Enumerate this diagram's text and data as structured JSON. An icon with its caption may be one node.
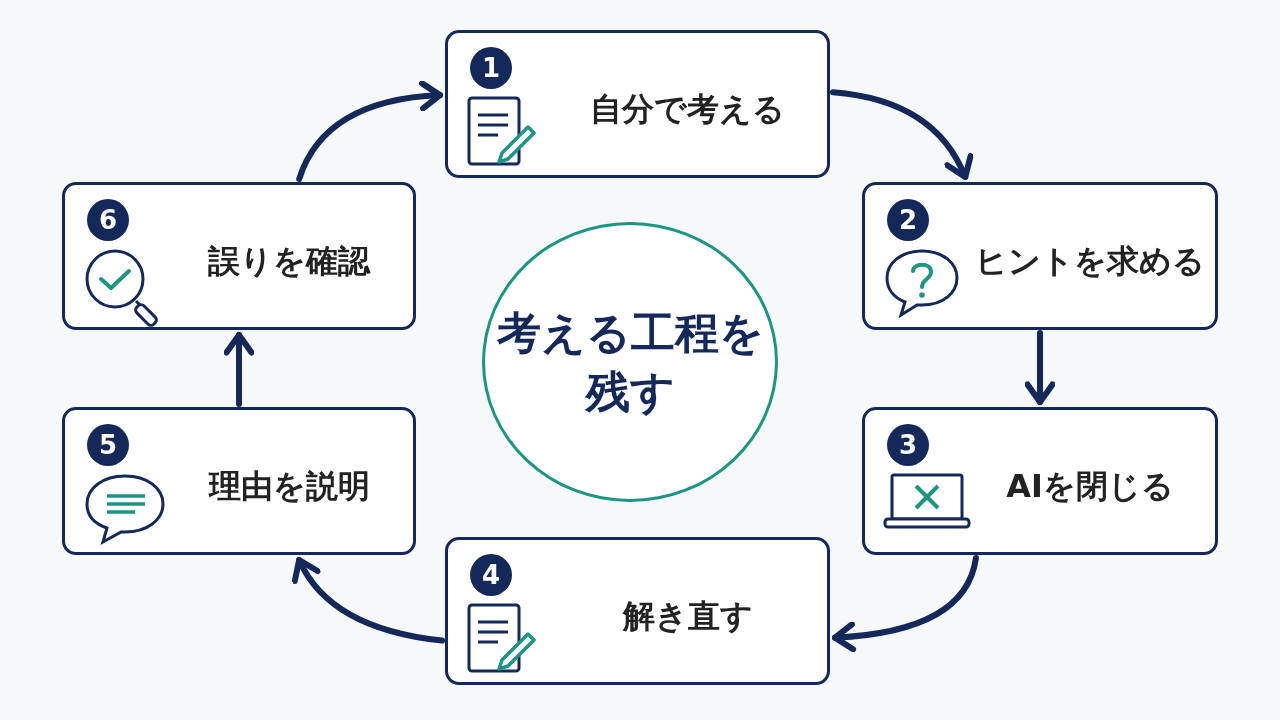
{
  "diagram": {
    "nodes": [
      {
        "text": [
          "1",
          "自分で考える"
        ]
      },
      {
        "text": [
          "2",
          "ヒントを求める"
        ]
      },
      {
        "text": [
          "3",
          "AIを閉じる"
        ]
      },
      {
        "text": [
          "4",
          "解き直す"
        ]
      },
      {
        "text": [
          "5",
          "理由を説明"
        ]
      },
      {
        "text": [
          "6",
          "誤りを確認"
        ]
      },
      {
        "text": [
          "考える工程を残す"
        ]
      }
    ],
    "edges": [
      {
        "from": 0,
        "to": 1,
        "arrow": "to"
      },
      {
        "from": 1,
        "to": 2,
        "arrow": "to"
      },
      {
        "from": 2,
        "to": 3,
        "arrow": "to"
      },
      {
        "from": 3,
        "to": 4,
        "arrow": "to"
      },
      {
        "from": 4,
        "to": 5,
        "arrow": "to"
      },
      {
        "from": 5,
        "to": 0,
        "arrow": "to"
      }
    ]
  }
}
